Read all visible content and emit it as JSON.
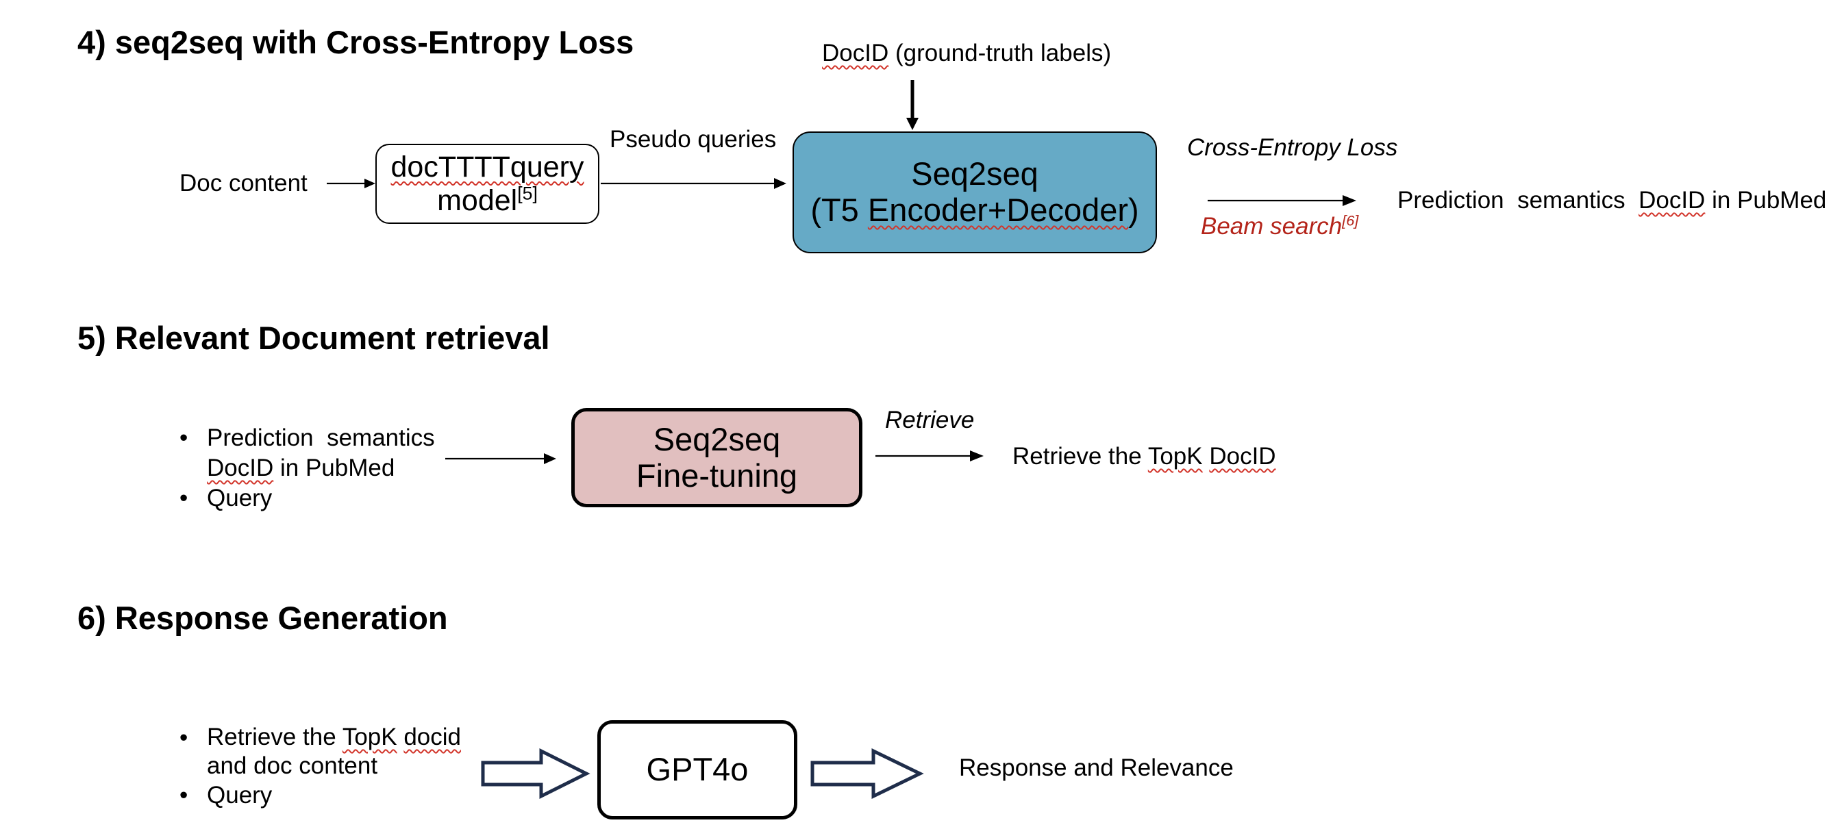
{
  "sections": [
    {
      "heading": "4) seq2seq with Cross-Entropy Loss",
      "doc_content": "Doc content",
      "doc_model_line1": "docTTTTquery",
      "doc_model_line2": "model",
      "doc_model_ref": "[5]",
      "pseudo_queries": "Pseudo queries",
      "docid_label": "DocID",
      "docid_label_rest": " (ground-truth labels)",
      "seq2seq_line1": "Seq2seq",
      "seq2seq_line2_pre": "(T5 ",
      "seq2seq_line2_mid": "Encoder+Decoder",
      "seq2seq_line2_post": ")",
      "loss_label": "Cross-Entropy Loss",
      "beam_label": "Beam search",
      "beam_ref": "[6]",
      "prediction_pre": "Prediction  semantics  ",
      "prediction_docid": "DocID",
      "prediction_post": " in PubMed"
    },
    {
      "heading": "5) Relevant Document retrieval",
      "bullet1_line1": "Prediction  semantics",
      "bullet1_line2_docid": "DocID",
      "bullet1_line2_rest": " in PubMed",
      "bullet2": "Query",
      "finetune_line1": "Seq2seq",
      "finetune_line2": "Fine-tuning",
      "retrieve_label": "Retrieve",
      "result_pre": "Retrieve the ",
      "result_topk": "TopK",
      "result_docid": "DocID"
    },
    {
      "heading": "6) Response Generation",
      "bullet1_line1_pre": "Retrieve the ",
      "bullet1_line1_topk": "TopK",
      "bullet1_line1_docid": "docid",
      "bullet1_line2": "and doc content",
      "bullet2": "Query",
      "model": "GPT4o",
      "output": "Response and Relevance"
    }
  ],
  "bullet_glyph": "•",
  "colors": {
    "seq2seq_box": "#66aac6",
    "finetune_box": "#e1bfbf",
    "beam_search_text": "#b4241a",
    "block_arrow_outline": "#1f2d4a",
    "spellcheck_underline": "#d2342a"
  }
}
